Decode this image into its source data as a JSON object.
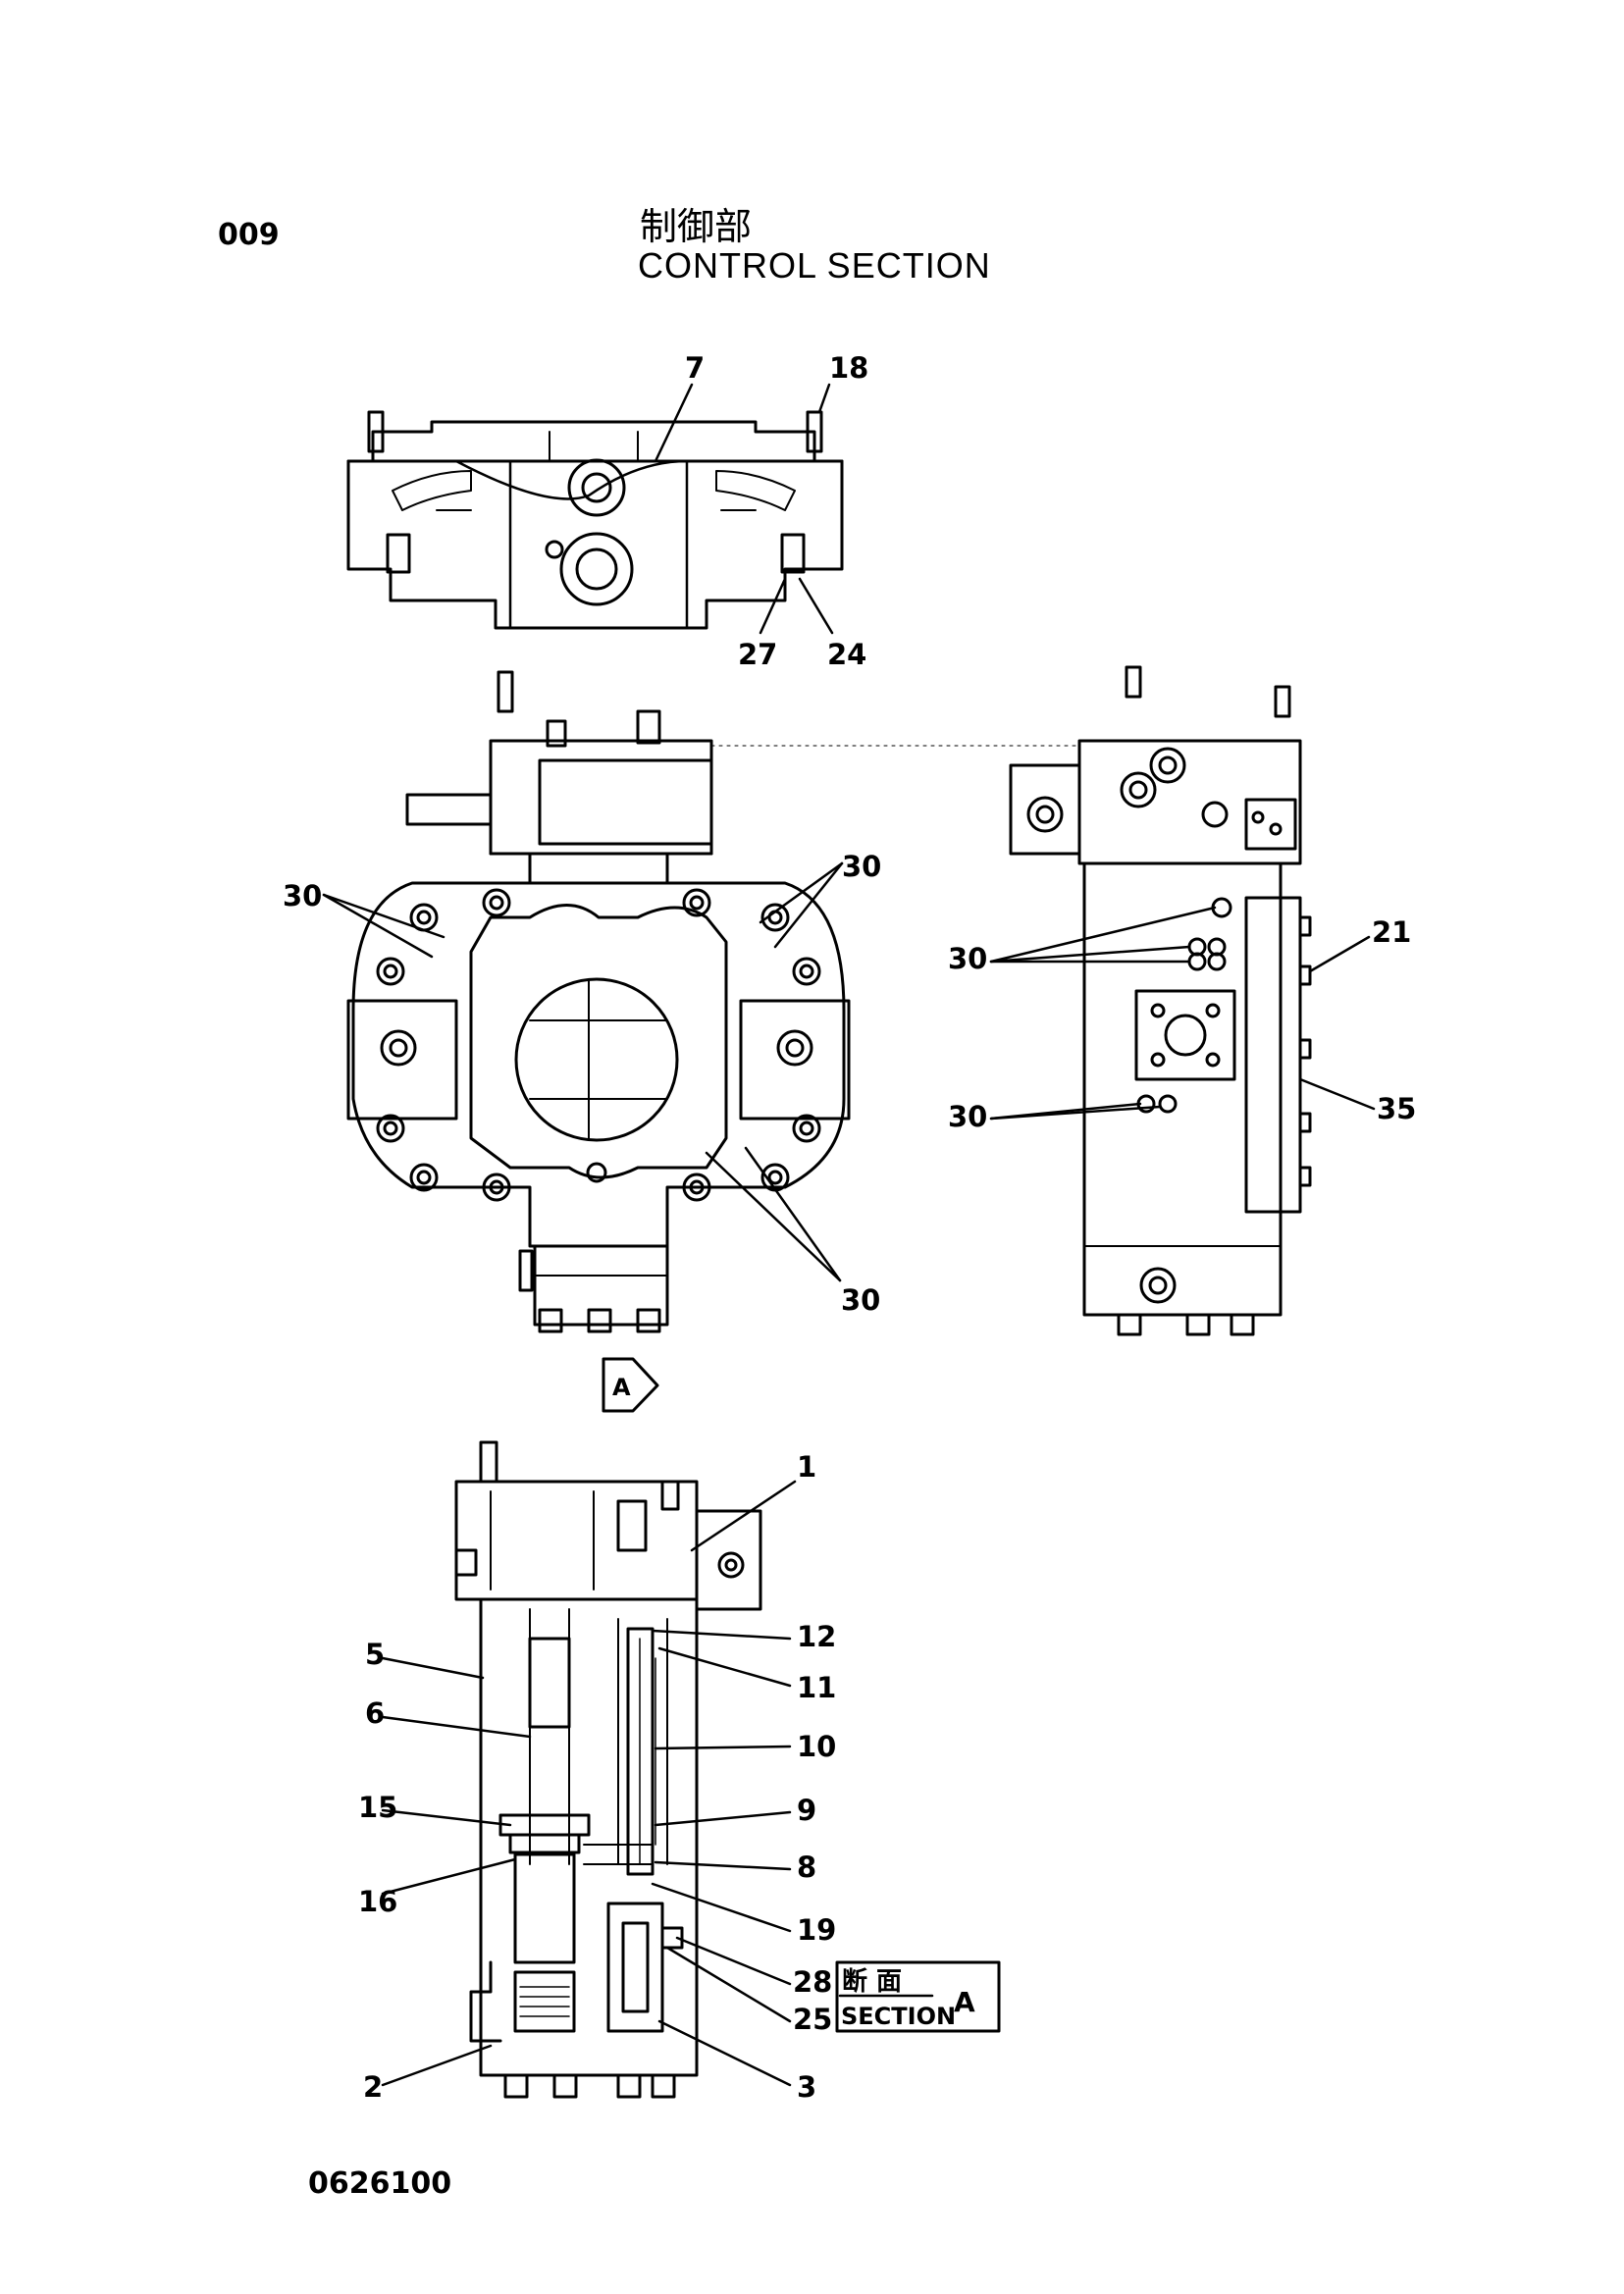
{
  "header": {
    "page_number": "009",
    "title_jp": "制御部",
    "title_en": "CONTROL SECTION"
  },
  "callouts": {
    "c7": "7",
    "c18": "18",
    "c27": "27",
    "c24": "24",
    "c30a": "30",
    "c30b": "30",
    "c30c": "30",
    "c30d": "30",
    "c30e": "30",
    "c21": "21",
    "c35": "35",
    "c1": "1",
    "c5": "5",
    "c6": "6",
    "c15": "15",
    "c16": "16",
    "c2": "2",
    "c12": "12",
    "c11": "11",
    "c10": "10",
    "c9": "9",
    "c8": "8",
    "c19": "19",
    "c28": "28",
    "c25": "25",
    "c3": "3"
  },
  "section_marker": {
    "arrow_label": "A"
  },
  "section_label": {
    "jp": "断 面",
    "en": "SECTION",
    "letter": "A"
  },
  "footer": {
    "doc_number": "0626100"
  }
}
